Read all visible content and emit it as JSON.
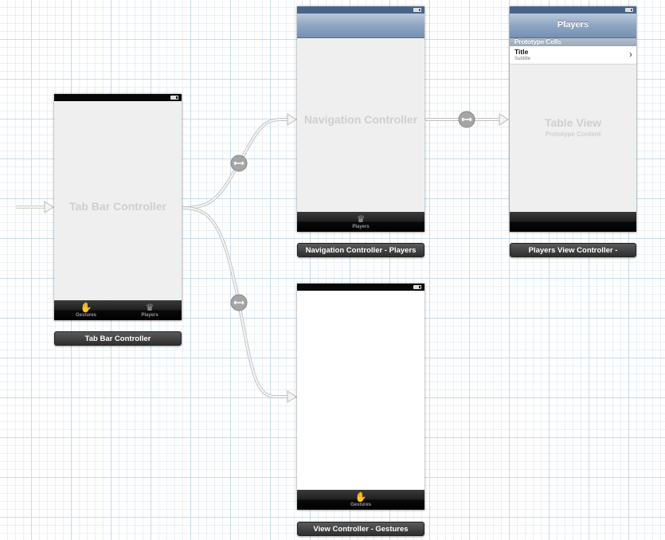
{
  "scenes": {
    "tab_bar": {
      "watermark": "Tab Bar Controller",
      "label": "Tab Bar Controller",
      "tabs": [
        {
          "label": "Gestures",
          "icon": "hand-icon"
        },
        {
          "label": "Players",
          "icon": "crown-icon"
        }
      ]
    },
    "navigation": {
      "watermark": "Navigation Controller",
      "label": "Navigation Controller - Players",
      "tab": {
        "label": "Players",
        "icon": "crown-icon"
      }
    },
    "players": {
      "nav_title": "Players",
      "section_header": "Prototype Cells",
      "cell_title": "Title",
      "cell_subtitle": "Subtitle",
      "watermark": "Table View",
      "watermark_sub": "Prototype Content",
      "label": "Players View Controller -"
    },
    "gestures": {
      "label": "View Controller - Gestures",
      "tab": {
        "label": "Gestures",
        "icon": "hand-icon"
      }
    }
  },
  "colors": {
    "grid_major": "#c9dcea",
    "grid_minor": "#e8f0f6",
    "nav_bar": "#8ea6c3",
    "segue": "#c4c4c4"
  }
}
